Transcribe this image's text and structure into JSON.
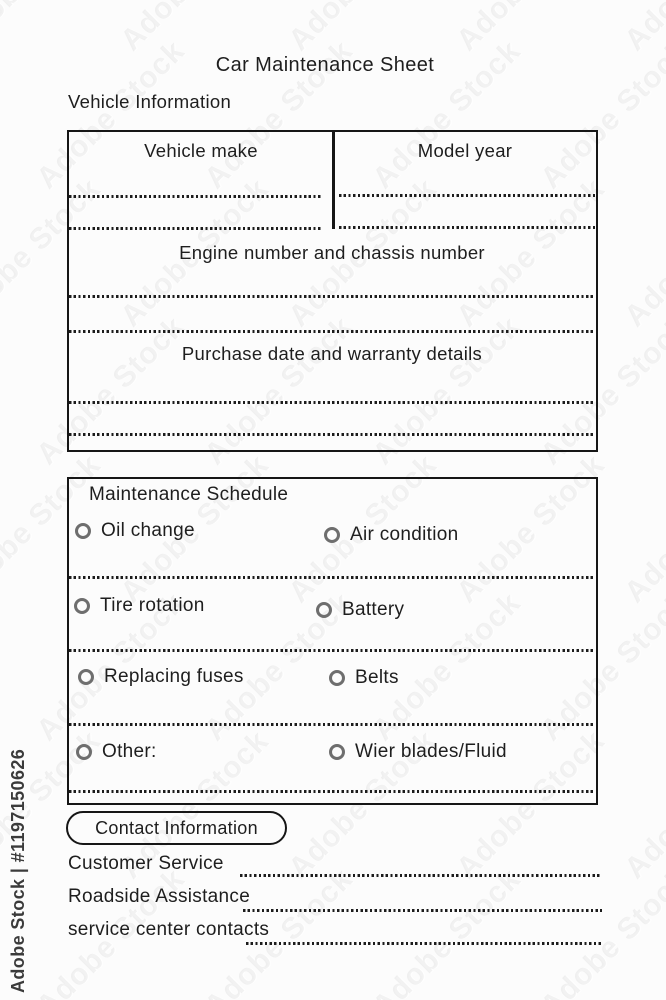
{
  "title": "Car Maintenance Sheet",
  "watermark": {
    "tile_text": "Adobe Stock",
    "credit_text": "Adobe Stock | #1197150626"
  },
  "vehicle_information": {
    "section_title": "Vehicle Information",
    "vehicle_make_label": "Vehicle make",
    "model_year_label": "Model year",
    "engine_chassis_label": "Engine number and chassis number",
    "purchase_warranty_label": "Purchase date and warranty details"
  },
  "maintenance_schedule": {
    "section_title": "Maintenance Schedule",
    "items": [
      {
        "label": "Oil change"
      },
      {
        "label": "Air condition"
      },
      {
        "label": "Tire rotation"
      },
      {
        "label": "Battery"
      },
      {
        "label": "Replacing fuses"
      },
      {
        "label": "Belts"
      },
      {
        "label": "Other:"
      },
      {
        "label": "Wier blades/Fluid"
      }
    ]
  },
  "contact_information": {
    "section_title": "Contact Information",
    "rows": [
      {
        "label": "Customer Service"
      },
      {
        "label": "Roadside Assistance"
      },
      {
        "label": "service center contacts"
      }
    ]
  },
  "colors": {
    "background": "#fcfcfc",
    "ink": "#1e1e1e",
    "border": "#161616",
    "radio_gray": "#6e6e6e",
    "watermark_credit": "#3b3b3b"
  }
}
